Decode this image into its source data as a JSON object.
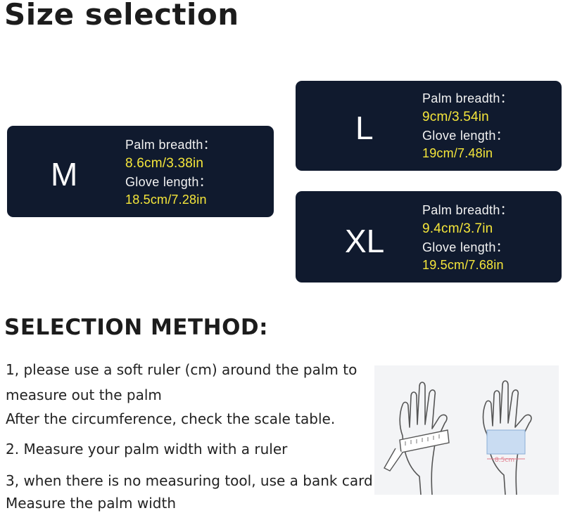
{
  "page": {
    "title": "Size selection"
  },
  "sizes": [
    {
      "size": "M",
      "palm_label": "Palm breadth：",
      "palm_value": "8.6cm/3.38in",
      "glove_label": "Glove length：",
      "glove_value": "18.5cm/7.28in"
    },
    {
      "size": "L",
      "palm_label": "Palm breadth：",
      "palm_value": "9cm/3.54in",
      "glove_label": "Glove length：",
      "glove_value": "19cm/7.48in"
    },
    {
      "size": "XL",
      "palm_label": "Palm breadth：",
      "palm_value": "9.4cm/3.7in",
      "glove_label": "Glove length：",
      "glove_value": "19.5cm/7.68in"
    }
  ],
  "method": {
    "title": "SELECTION METHOD:",
    "lines": [
      "1, please use a soft ruler (cm) around the palm to",
      "measure out the palm",
      "After the circumference, check the scale table.",
      "2. Measure your palm width with a ruler",
      "3, when there is no measuring tool, use a bank card",
      "Measure the palm width"
    ]
  },
  "illustration": {
    "card_label": "8.5cm",
    "colors": {
      "card_fill": "#c9dcf2",
      "card_text": "#e07a8a",
      "outline": "#555555"
    }
  },
  "colors": {
    "card_bg": "#101a2e",
    "value_yellow": "#f5e63a",
    "label_white": "#f2f2f2"
  }
}
